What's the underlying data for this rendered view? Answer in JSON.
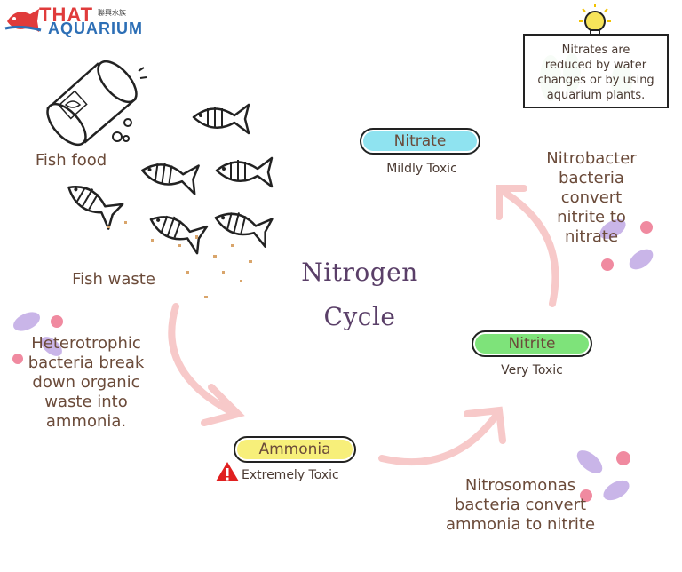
{
  "logo": {
    "that": "THAT",
    "aquarium": "AQUARIUM",
    "chinese": "聯興水族"
  },
  "title": {
    "line1": "Nitrogen",
    "line2": "Cycle"
  },
  "labels": {
    "fish_food": "Fish food",
    "fish_waste": "Fish waste",
    "heterotrophic": [
      "Heterotrophic",
      "bacteria break",
      "down organic",
      "waste into",
      "ammonia."
    ],
    "nitrobacter": [
      "Nitrobacter",
      "bacteria",
      "convert",
      "nitrite to",
      "nitrate"
    ],
    "nitrosomonas": [
      "Nitrosomonas",
      "bacteria convert",
      "ammonia to nitrite"
    ]
  },
  "stages": {
    "ammonia": {
      "name": "Ammonia",
      "toxicity": "Extremely Toxic",
      "color": "#f7ef7a"
    },
    "nitrite": {
      "name": "Nitrite",
      "toxicity": "Very Toxic",
      "color": "#7ee37a"
    },
    "nitrate": {
      "name": "Nitrate",
      "toxicity": "Mildly Toxic",
      "color": "#8fe3f0"
    }
  },
  "note": [
    "Nitrates are",
    "reduced by water",
    "changes or by using",
    "aquarium plants."
  ],
  "colors": {
    "arrow": "#f7c9c9",
    "bacteria_purple": "#c9b5e8",
    "bacteria_pink": "#f08aa0",
    "warning": "#e02020"
  }
}
